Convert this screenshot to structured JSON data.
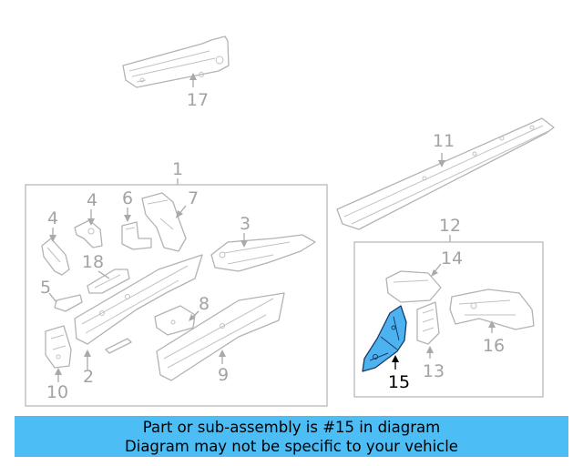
{
  "diagram": {
    "highlight_color": "#4dbdf5",
    "callouts": [
      "17",
      "11",
      "1",
      "12",
      "4",
      "6",
      "7",
      "4",
      "3",
      "14",
      "18",
      "5",
      "8",
      "16",
      "2",
      "15",
      "13",
      "9",
      "10"
    ]
  },
  "banner": {
    "line1": "Part or sub-assembly is #15 in diagram",
    "line2": "Diagram may not be specific to your vehicle"
  }
}
